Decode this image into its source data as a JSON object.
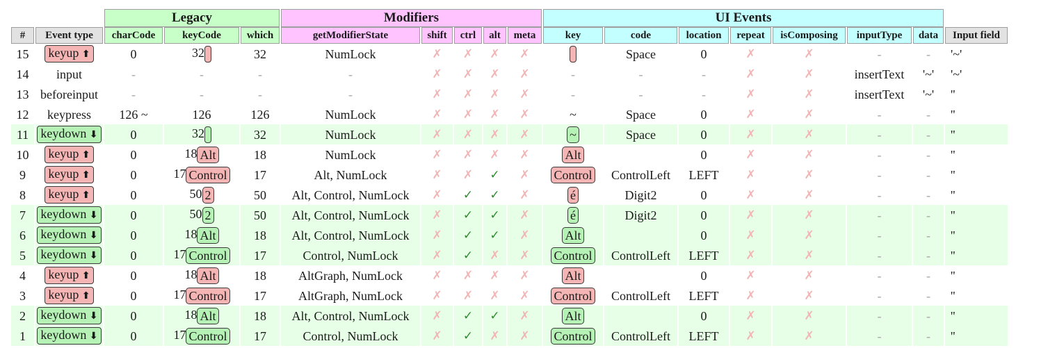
{
  "groups": {
    "legacy": "Legacy",
    "modifiers": "Modifiers",
    "ui_events": "UI Events"
  },
  "columns": [
    "#",
    "Event type",
    "charCode",
    "keyCode",
    "which",
    "getModifierState",
    "shift",
    "ctrl",
    "alt",
    "meta",
    "key",
    "code",
    "location",
    "repeat",
    "isComposing",
    "inputType",
    "data",
    "Input field"
  ],
  "colors": {
    "legacy": "#c8ffc8",
    "modifiers": "#ffc4ff",
    "ui_events": "#c4ffff",
    "keyup": "#f5b5b5",
    "keydown": "#b6f2b6",
    "down_row": "#e6ffe6"
  },
  "symbols": {
    "arrow_up": "⬆",
    "arrow_down": "⬇",
    "cross": "✗",
    "check": "✓",
    "dash": "-"
  },
  "rows": [
    {
      "n": "15",
      "type": "keyup",
      "kind": "up",
      "charCode": "0",
      "keyCodeNum": "32",
      "keyCodeLabel": "",
      "which": "32",
      "mods": "NumLock",
      "shift": "x",
      "ctrl": "x",
      "alt": "x",
      "meta": "x",
      "key": "",
      "keyBoxed": true,
      "code": "Space",
      "location": "0",
      "repeat": "x",
      "isComposing": "x",
      "inputType": "-",
      "data": "-",
      "field": "'~'"
    },
    {
      "n": "14",
      "type": "input",
      "kind": "plain",
      "charCode": "-",
      "keyCodeNum": "-",
      "keyCodeLabel": null,
      "which": "-",
      "mods": "-",
      "shift": "x",
      "ctrl": "x",
      "alt": "x",
      "meta": "x",
      "key": "-",
      "keyBoxed": false,
      "code": "-",
      "location": "-",
      "repeat": "x",
      "isComposing": "x",
      "inputType": "insertText",
      "data": "'~'",
      "field": "'~'"
    },
    {
      "n": "13",
      "type": "beforeinput",
      "kind": "plain",
      "charCode": "-",
      "keyCodeNum": "-",
      "keyCodeLabel": null,
      "which": "-",
      "mods": "-",
      "shift": "x",
      "ctrl": "x",
      "alt": "x",
      "meta": "x",
      "key": "-",
      "keyBoxed": false,
      "code": "-",
      "location": "-",
      "repeat": "x",
      "isComposing": "x",
      "inputType": "insertText",
      "data": "'~'",
      "field": "''"
    },
    {
      "n": "12",
      "type": "keypress",
      "kind": "plain",
      "charCode": "126 ~",
      "keyCodeNum": "126",
      "keyCodeLabel": null,
      "which": "126",
      "mods": "NumLock",
      "shift": "x",
      "ctrl": "x",
      "alt": "x",
      "meta": "x",
      "key": "~",
      "keyBoxed": false,
      "code": "Space",
      "location": "0",
      "repeat": "x",
      "isComposing": "x",
      "inputType": "-",
      "data": "-",
      "field": "''"
    },
    {
      "n": "11",
      "type": "keydown",
      "kind": "dn",
      "charCode": "0",
      "keyCodeNum": "32",
      "keyCodeLabel": "",
      "which": "32",
      "mods": "NumLock",
      "shift": "x",
      "ctrl": "x",
      "alt": "x",
      "meta": "x",
      "key": "~",
      "keyBoxed": true,
      "code": "Space",
      "location": "0",
      "repeat": "x",
      "isComposing": "x",
      "inputType": "-",
      "data": "-",
      "field": "''"
    },
    {
      "n": "10",
      "type": "keyup",
      "kind": "up",
      "charCode": "0",
      "keyCodeNum": "18",
      "keyCodeLabel": "Alt",
      "which": "18",
      "mods": "NumLock",
      "shift": "x",
      "ctrl": "x",
      "alt": "x",
      "meta": "x",
      "key": "Alt",
      "keyBoxed": true,
      "code": "",
      "location": "0",
      "repeat": "x",
      "isComposing": "x",
      "inputType": "-",
      "data": "-",
      "field": "''"
    },
    {
      "n": "9",
      "type": "keyup",
      "kind": "up",
      "charCode": "0",
      "keyCodeNum": "17",
      "keyCodeLabel": "Control",
      "which": "17",
      "mods": "Alt, NumLock",
      "shift": "x",
      "ctrl": "x",
      "alt": "ok",
      "meta": "x",
      "key": "Control",
      "keyBoxed": true,
      "code": "ControlLeft",
      "location": "LEFT",
      "repeat": "x",
      "isComposing": "x",
      "inputType": "-",
      "data": "-",
      "field": "''"
    },
    {
      "n": "8",
      "type": "keyup",
      "kind": "up",
      "charCode": "0",
      "keyCodeNum": "50",
      "keyCodeLabel": "2",
      "which": "50",
      "mods": "Alt, Control, NumLock",
      "shift": "x",
      "ctrl": "ok",
      "alt": "ok",
      "meta": "x",
      "key": "é",
      "keyBoxed": true,
      "code": "Digit2",
      "location": "0",
      "repeat": "x",
      "isComposing": "x",
      "inputType": "-",
      "data": "-",
      "field": "''"
    },
    {
      "n": "7",
      "type": "keydown",
      "kind": "dn",
      "charCode": "0",
      "keyCodeNum": "50",
      "keyCodeLabel": "2",
      "which": "50",
      "mods": "Alt, Control, NumLock",
      "shift": "x",
      "ctrl": "ok",
      "alt": "ok",
      "meta": "x",
      "key": "é",
      "keyBoxed": true,
      "code": "Digit2",
      "location": "0",
      "repeat": "x",
      "isComposing": "x",
      "inputType": "-",
      "data": "-",
      "field": "''"
    },
    {
      "n": "6",
      "type": "keydown",
      "kind": "dn",
      "charCode": "0",
      "keyCodeNum": "18",
      "keyCodeLabel": "Alt",
      "which": "18",
      "mods": "Alt, Control, NumLock",
      "shift": "x",
      "ctrl": "ok",
      "alt": "ok",
      "meta": "x",
      "key": "Alt",
      "keyBoxed": true,
      "code": "",
      "location": "0",
      "repeat": "x",
      "isComposing": "x",
      "inputType": "-",
      "data": "-",
      "field": "''"
    },
    {
      "n": "5",
      "type": "keydown",
      "kind": "dn",
      "charCode": "0",
      "keyCodeNum": "17",
      "keyCodeLabel": "Control",
      "which": "17",
      "mods": "Control, NumLock",
      "shift": "x",
      "ctrl": "ok",
      "alt": "x",
      "meta": "x",
      "key": "Control",
      "keyBoxed": true,
      "code": "ControlLeft",
      "location": "LEFT",
      "repeat": "x",
      "isComposing": "x",
      "inputType": "-",
      "data": "-",
      "field": "''"
    },
    {
      "n": "4",
      "type": "keyup",
      "kind": "up",
      "charCode": "0",
      "keyCodeNum": "18",
      "keyCodeLabel": "Alt",
      "which": "18",
      "mods": "AltGraph, NumLock",
      "shift": "x",
      "ctrl": "x",
      "alt": "x",
      "meta": "x",
      "key": "Alt",
      "keyBoxed": true,
      "code": "",
      "location": "0",
      "repeat": "x",
      "isComposing": "x",
      "inputType": "-",
      "data": "-",
      "field": "''"
    },
    {
      "n": "3",
      "type": "keyup",
      "kind": "up",
      "charCode": "0",
      "keyCodeNum": "17",
      "keyCodeLabel": "Control",
      "which": "17",
      "mods": "AltGraph, NumLock",
      "shift": "x",
      "ctrl": "x",
      "alt": "x",
      "meta": "x",
      "key": "Control",
      "keyBoxed": true,
      "code": "ControlLeft",
      "location": "LEFT",
      "repeat": "x",
      "isComposing": "x",
      "inputType": "-",
      "data": "-",
      "field": "''"
    },
    {
      "n": "2",
      "type": "keydown",
      "kind": "dn",
      "charCode": "0",
      "keyCodeNum": "18",
      "keyCodeLabel": "Alt",
      "which": "18",
      "mods": "Alt, Control, NumLock",
      "shift": "x",
      "ctrl": "ok",
      "alt": "ok",
      "meta": "x",
      "key": "Alt",
      "keyBoxed": true,
      "code": "",
      "location": "0",
      "repeat": "x",
      "isComposing": "x",
      "inputType": "-",
      "data": "-",
      "field": "''"
    },
    {
      "n": "1",
      "type": "keydown",
      "kind": "dn",
      "charCode": "0",
      "keyCodeNum": "17",
      "keyCodeLabel": "Control",
      "which": "17",
      "mods": "Control, NumLock",
      "shift": "x",
      "ctrl": "ok",
      "alt": "x",
      "meta": "x",
      "key": "Control",
      "keyBoxed": true,
      "code": "ControlLeft",
      "location": "LEFT",
      "repeat": "x",
      "isComposing": "x",
      "inputType": "-",
      "data": "-",
      "field": "''"
    }
  ]
}
